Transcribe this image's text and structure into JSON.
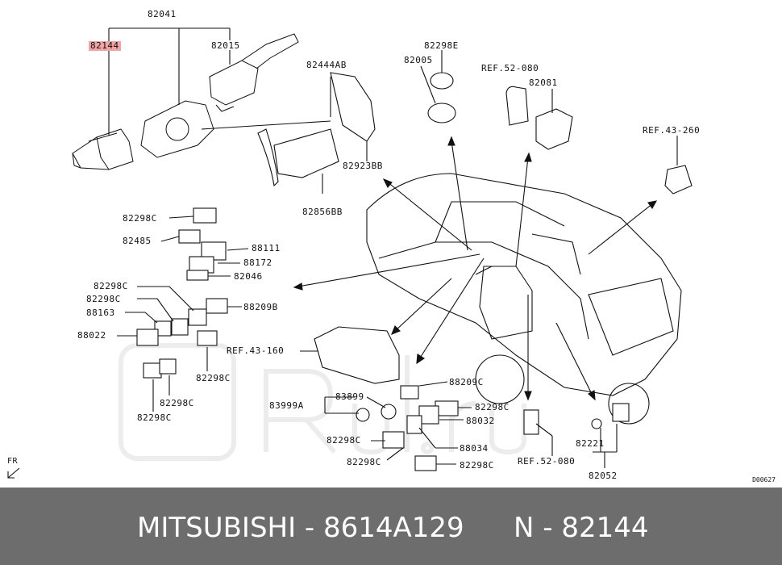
{
  "diagram": {
    "labels": {
      "l82041": "82041",
      "l82144": "82144",
      "l82015": "82015",
      "l82444AB": "82444AB",
      "l82923BB": "82923BB",
      "l82856BB": "82856BB",
      "l82298E": "82298E",
      "l82005": "82005",
      "lref52080a": "REF.52-080",
      "l82081": "82081",
      "lref43260": "REF.43-260",
      "l82298Ca": "82298C",
      "l82485": "82485",
      "l88111": "88111",
      "l88172": "88172",
      "l82046": "82046",
      "l82298Cb": "82298C",
      "l82298Cc": "82298C",
      "l88209B": "88209B",
      "l88163": "88163",
      "l88022": "88022",
      "lref43160": "REF.43-160",
      "l82298Cd": "82298C",
      "l82298Ce": "82298C",
      "l82298Cf": "82298C",
      "l88209C": "88209C",
      "l83899": "83899",
      "l83999A": "83999A",
      "l82298Cg": "82298C",
      "l88032": "88032",
      "l82298Ch": "82298C",
      "l88034": "88034",
      "l82298Ci": "82298C",
      "l82298Cj": "82298C",
      "lref52080b": "REF.52-080",
      "l82221": "82221",
      "l82052": "82052",
      "fr": "FR"
    },
    "drawing_code": "D00627",
    "highlight_color": "#f4a3a3"
  },
  "footer": {
    "brand_part": "MITSUBISHI - 8614A129",
    "ref_part": "N - 82144",
    "background": "#6d6d6d"
  }
}
